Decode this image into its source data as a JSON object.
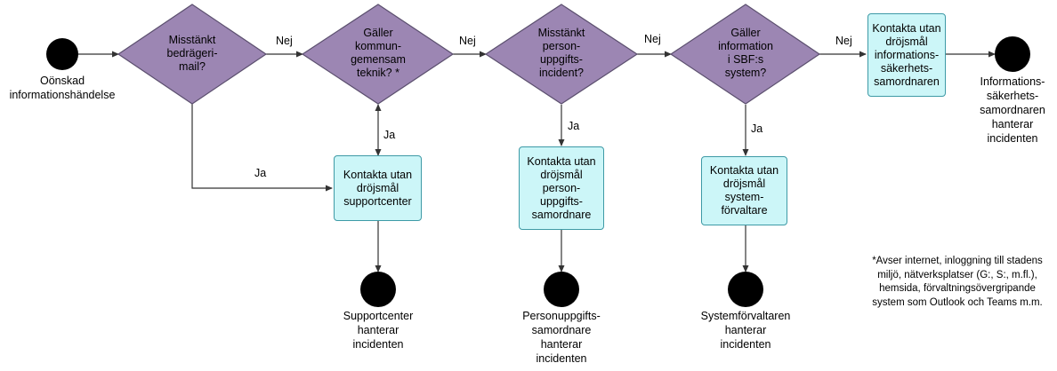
{
  "colors": {
    "decision_fill": "#9c86b3",
    "decision_stroke": "#5b4f6e",
    "action_fill": "#ccf6f8",
    "action_stroke": "#3e9aa6",
    "terminal": "#000000",
    "edge": "#333333"
  },
  "start": {
    "label": "Oönskad\ninformationshändelse"
  },
  "decisions": [
    {
      "text": "Misstänkt\nbedrägeri-\nmail?"
    },
    {
      "text": "Gäller\nkommun-\ngemensam\nteknik? *"
    },
    {
      "text": "Misstänkt\nperson-\nuppgifts-\nincident?"
    },
    {
      "text": "Gäller\ninformation\ni SBF:s\nsystem?"
    }
  ],
  "actions": [
    {
      "text": "Kontakta utan\ndröjsmål\ninformations-\nsäkerhets-\nsamordnaren"
    },
    {
      "text": "Kontakta utan\ndröjsmål\nsupportcenter"
    },
    {
      "text": "Kontakta utan\ndröjsmål\nperson-\nuppgifts-\nsamordnare"
    },
    {
      "text": "Kontakta utan\ndröjsmål\nsystem-\nförvaltare"
    }
  ],
  "ends": [
    {
      "label": "Informations-\nsäkerhets-\nsamordnaren\nhanterar\nincidenten"
    },
    {
      "label": "Supportcenter\nhanterar\nincidenten"
    },
    {
      "label": "Personuppgifts-\nsamordnare\nhanterar\nincidenten"
    },
    {
      "label": "Systemförvaltaren\nhanterar\nincidenten"
    }
  ],
  "edge_labels": {
    "no": "Nej",
    "yes": "Ja"
  },
  "footnote": "*Avser internet, inloggning till stadens miljö, nätverksplatser (G:, S:, m.fl.), hemsida, förvaltningsövergripande system som Outlook och Teams m.m."
}
